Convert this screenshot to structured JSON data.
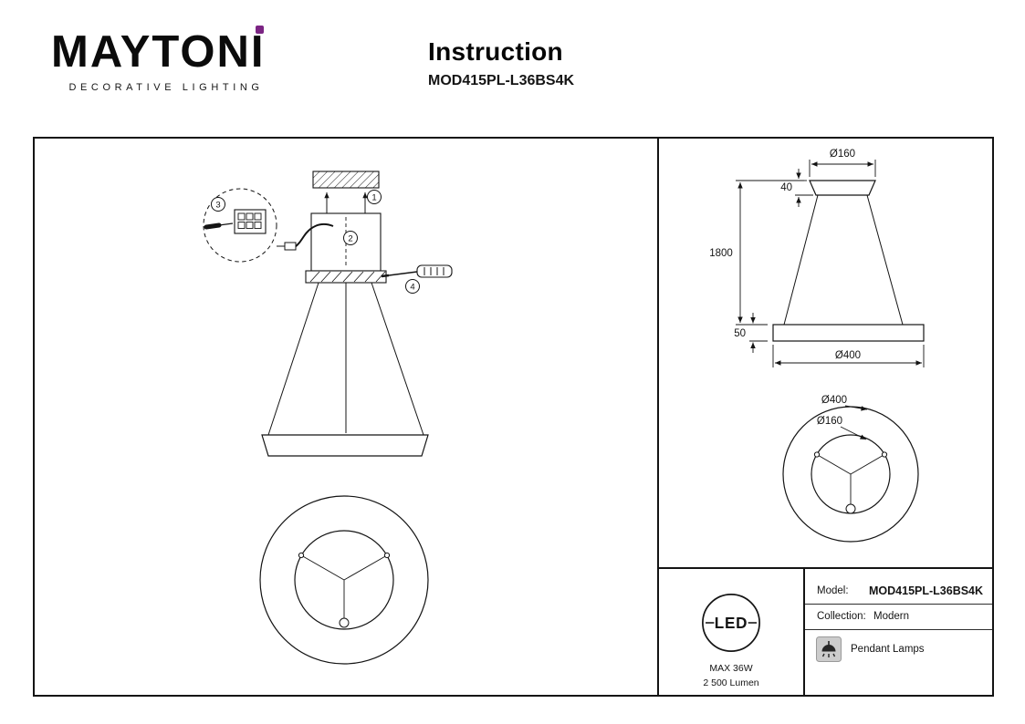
{
  "header": {
    "brand": "MAYTONI",
    "brand_tagline": "DECORATIVE LIGHTING",
    "title": "Instruction",
    "model": "MOD415PL-L36BS4K"
  },
  "assembly": {
    "step1": "1",
    "step2": "2",
    "step3": "3",
    "step4": "4"
  },
  "dimensions": {
    "canopy_diameter": "Ø160",
    "canopy_height": "40",
    "suspension_length": "1800",
    "ring_height": "50",
    "ring_diameter": "Ø400",
    "top_view_outer_diameter": "Ø400",
    "top_view_inner_diameter": "Ø160"
  },
  "specs": {
    "led_label": "LED",
    "max_power": "MAX 36W",
    "luminous_flux": "2 500 Lumen",
    "model_label": "Model:",
    "model_value": "MOD415PL-L36BS4K",
    "collection_label": "Collection:",
    "collection_value": "Modern",
    "category_label": "Pendant Lamps"
  },
  "colors": {
    "accent_dot": "#7B2483",
    "line": "#141414"
  }
}
